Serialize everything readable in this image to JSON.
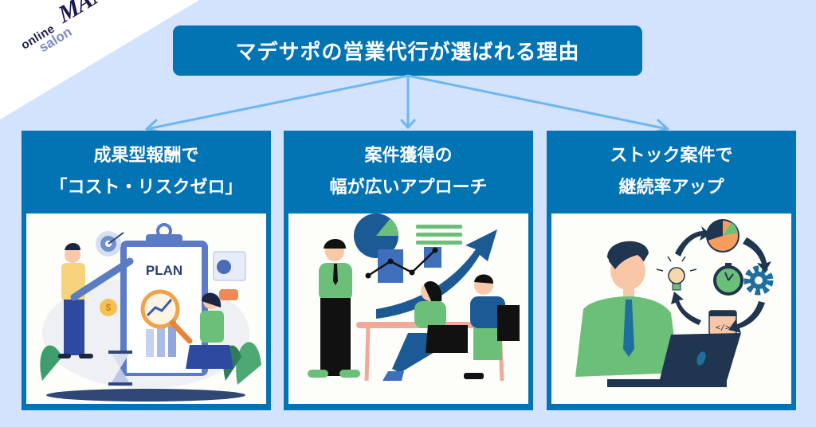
{
  "logo": {
    "line1": "online",
    "line2": "salon",
    "brand": "MANIA"
  },
  "headline": "マデサポの営業代行が選ばれる理由",
  "colors": {
    "background": "#d3e3fd",
    "primary": "#0273b3",
    "arrow": "#6db6f2",
    "card_image_bg": "#fdfefa"
  },
  "cards": [
    {
      "title_line1": "成果型報酬で",
      "title_line2": "「コスト・リスクゼロ」",
      "illustration": "plan-clipboard-people",
      "illustration_text": "PLAN"
    },
    {
      "title_line1": "案件獲得の",
      "title_line2": "幅が広いアプローチ",
      "illustration": "team-meeting-growth-chart"
    },
    {
      "title_line1": "ストック案件で",
      "title_line2": "継続率アップ",
      "illustration": "businessman-laptop-cycle",
      "illustration_text": "</>"
    }
  ]
}
